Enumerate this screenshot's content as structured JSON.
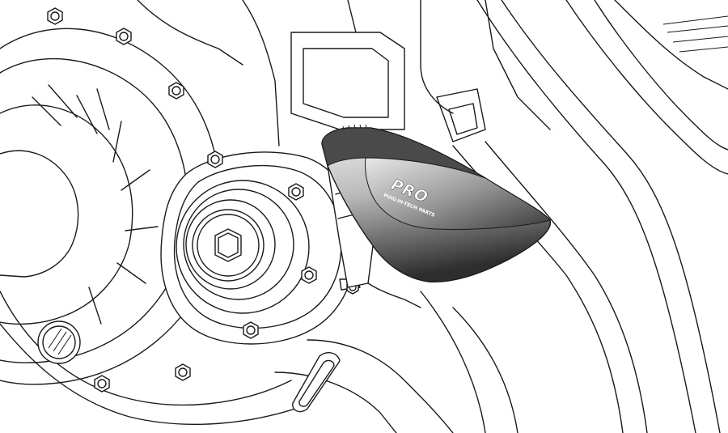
{
  "logo": {
    "main": "PRO",
    "brand": "PUIG",
    "tagline": "HI-TECH PARTS"
  },
  "colors": {
    "line": "#1a1a1a",
    "background": "#ffffff",
    "slider_light": "#dcdcdc",
    "slider_dark": "#3c3c3c",
    "slider_top": "#4a4a4a"
  }
}
